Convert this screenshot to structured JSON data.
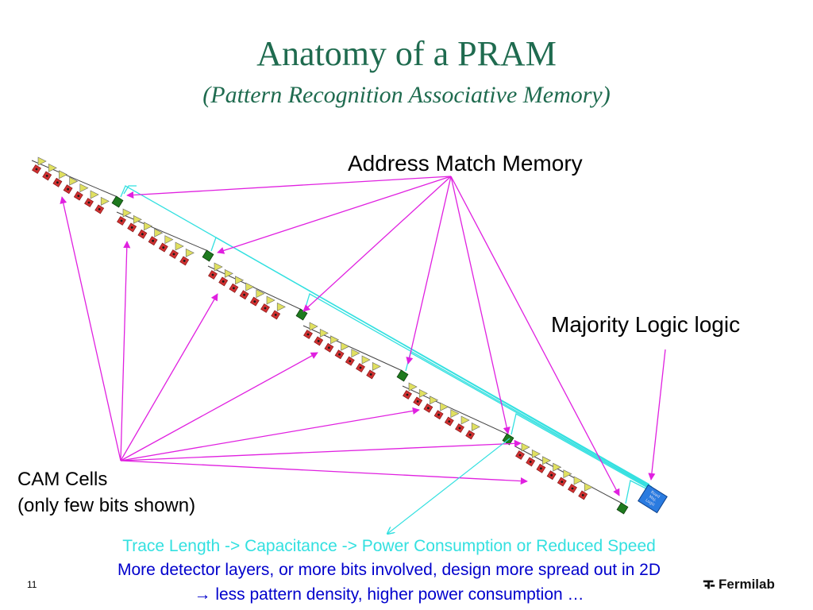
{
  "slide": {
    "title": "Anatomy of a PRAM",
    "subtitle": "(Pattern Recognition Associative Memory)",
    "slide_number": "11"
  },
  "labels": {
    "address_match_memory": "Address Match Memory",
    "majority_logic": "Majority Logic logic",
    "cam_cells_line1": "CAM Cells",
    "cam_cells_line2": "(only few bits shown)",
    "majority_block_text": "Road\nMaj.\nLogic"
  },
  "notes": {
    "line1": "Trace Length -> Capacitance -> Power Consumption or Reduced Speed",
    "line2": "More detector layers, or more bits involved, design more spread out in 2D",
    "line3": "less pattern density, higher power consumption …",
    "arrow_symbol": "→"
  },
  "logo": {
    "text": "Fermilab",
    "icon": "fermilab-logo-icon"
  },
  "colors": {
    "title": "#1f6b4f",
    "arrow": "#e020e0",
    "trace": "#33e0e0",
    "note_blue": "#0000cc",
    "cell_red": "#d03030",
    "cell_yellow": "#e0e060",
    "amm_green": "#1e7a1e",
    "logic_blue": "#2a7be0"
  },
  "diagram": {
    "layers": 6,
    "cells_per_layer": 7
  }
}
